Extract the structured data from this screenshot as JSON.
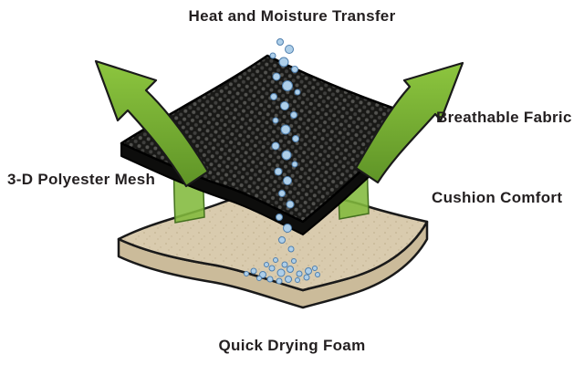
{
  "labels": {
    "heat_transfer": "Heat and Moisture Transfer",
    "breathable_fabric": "Breathable Fabric",
    "polyester_mesh": "3-D Polyester Mesh",
    "cushion_comfort": "Cushion Comfort",
    "quick_drying_foam": "Quick Drying Foam"
  },
  "colors": {
    "background": "#ffffff",
    "text": "#231f20",
    "outline": "#1a1a1a",
    "fabric_black": "#181816",
    "fabric_dot_light": "#52524f",
    "fabric_dot_dark": "#3f3f3d",
    "fabric_rim": "#0d0d0c",
    "foam_tan": "#d9cbae",
    "foam_speckle": "#bcab89",
    "foam_rim": "#cbbb9a",
    "arrow_green": "#7cb52e",
    "arrow_green_dark": "#4c7d1e",
    "band_green": "#82b93c",
    "droplet_blue": "#aecfe9",
    "droplet_outline": "#4f7fae"
  }
}
